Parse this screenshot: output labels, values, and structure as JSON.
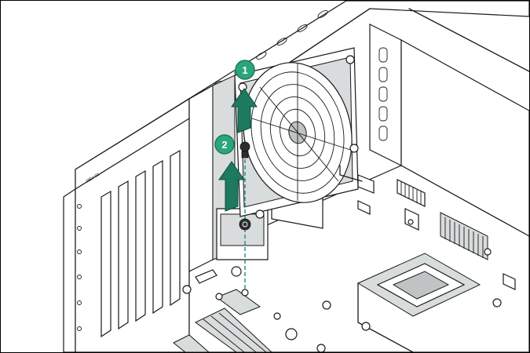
{
  "callouts": [
    {
      "label": "1"
    },
    {
      "label": "2"
    }
  ],
  "board_label": "REV 01",
  "colors": {
    "callout_green": "#2aa57c",
    "arrow_green": "#1d7a5f",
    "dash_teal": "#1d8a7a",
    "line": "#1a1a1a"
  }
}
